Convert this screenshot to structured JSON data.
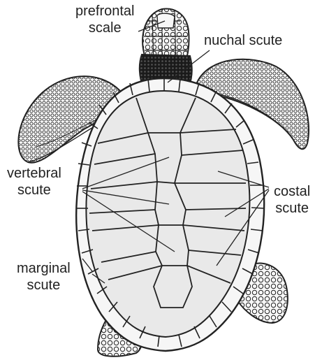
{
  "labels": {
    "prefrontal_scale": [
      "prefrontal",
      "scale"
    ],
    "nuchal_scute": "nuchal scute",
    "vertebral_scute": [
      "vertebral",
      "scute"
    ],
    "costal_scute": [
      "costal",
      "scute"
    ],
    "marginal_scute": [
      "marginal",
      "scute"
    ]
  },
  "colors": {
    "line": "#222222",
    "shell_fill": "#e9e9e9",
    "marginal_fill": "#f6f6f6",
    "flipper_fill": "#f2f2f2",
    "nuchal_fill": "#1a1a1a"
  }
}
